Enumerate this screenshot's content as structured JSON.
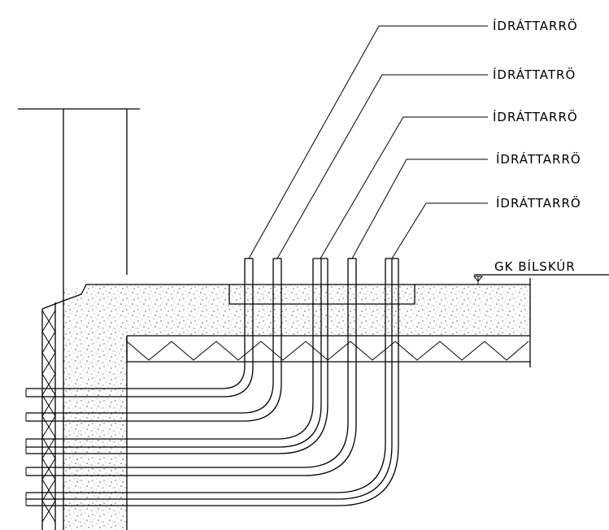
{
  "labels": {
    "pipe_1": "ÍDRÁTTARRÖ",
    "pipe_2": "ÍDRÁTTATRÖ",
    "pipe_3": "ÍDRÁTTARRÖ",
    "pipe_4": "ÍDRÁTTARRÖ",
    "pipe_5": "ÍDRÁTTARRÖ",
    "floor_level": "GK BÍLSKÚR"
  }
}
